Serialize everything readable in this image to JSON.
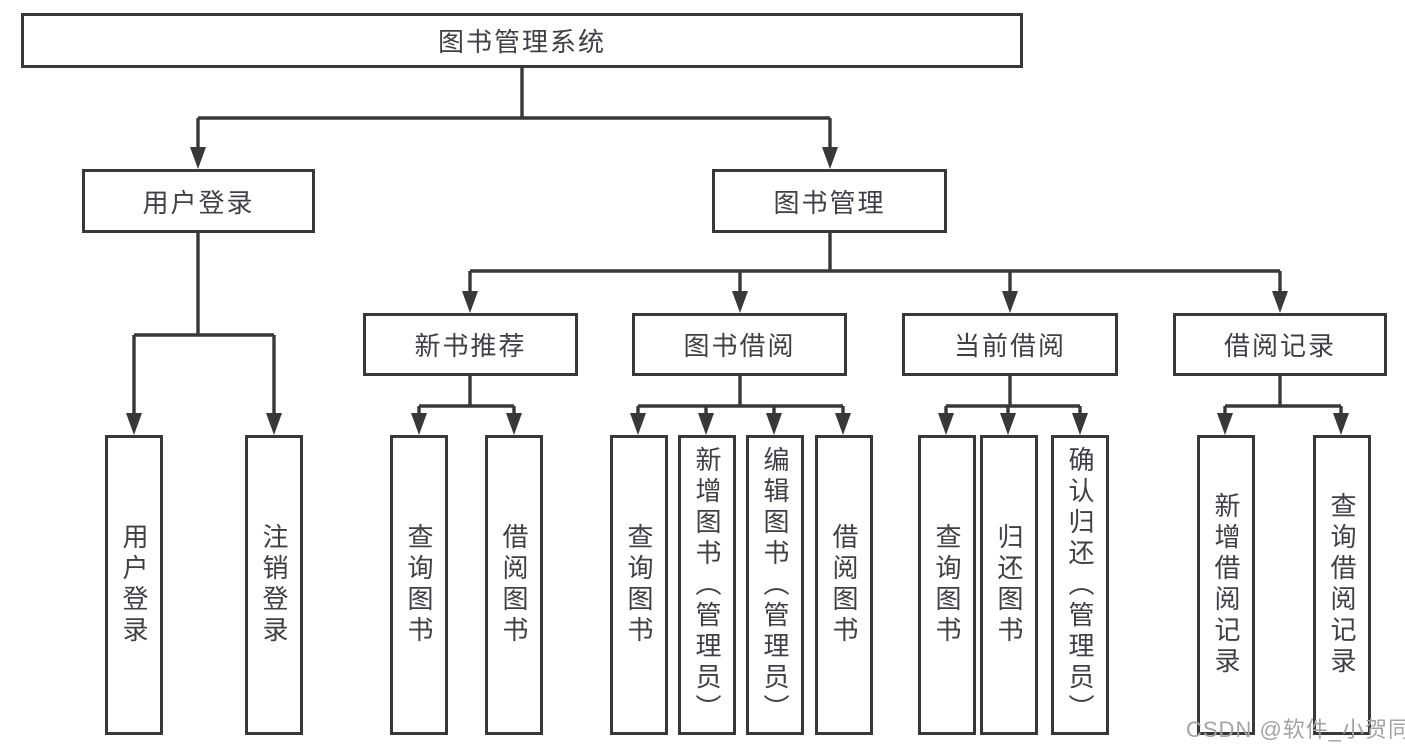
{
  "diagram": {
    "root": {
      "label": "图书管理系统"
    },
    "branches": {
      "user_login": {
        "label": "用户登录",
        "children": {
          "login": {
            "label": "用户登录"
          },
          "logout": {
            "label": "注销登录"
          }
        }
      },
      "book_mgmt": {
        "label": "图书管理",
        "children": {
          "new_books": {
            "label": "新书推荐",
            "children": {
              "query": {
                "label": "查询图书"
              },
              "borrow": {
                "label": "借阅图书"
              }
            }
          },
          "book_borrow": {
            "label": "图书借阅",
            "children": {
              "query": {
                "label": "查询图书"
              },
              "add": {
                "label": "新增图书（管理员）"
              },
              "edit": {
                "label": "编辑图书（管理员）"
              },
              "borrow": {
                "label": "借阅图书"
              }
            }
          },
          "current_borrow": {
            "label": "当前借阅",
            "children": {
              "query": {
                "label": "查询图书"
              },
              "return": {
                "label": "归还图书"
              },
              "confirm": {
                "label": "确认归还（管理员）"
              }
            }
          },
          "borrow_records": {
            "label": "借阅记录",
            "children": {
              "add": {
                "label": "新增借阅记录"
              },
              "query": {
                "label": "查询借阅记录"
              }
            }
          }
        }
      }
    }
  },
  "watermark": {
    "text": "CSDN @软件_小贺同学"
  },
  "colors": {
    "line": "#383838",
    "text": "#3f4046",
    "watermark": "#a3a3a3"
  }
}
